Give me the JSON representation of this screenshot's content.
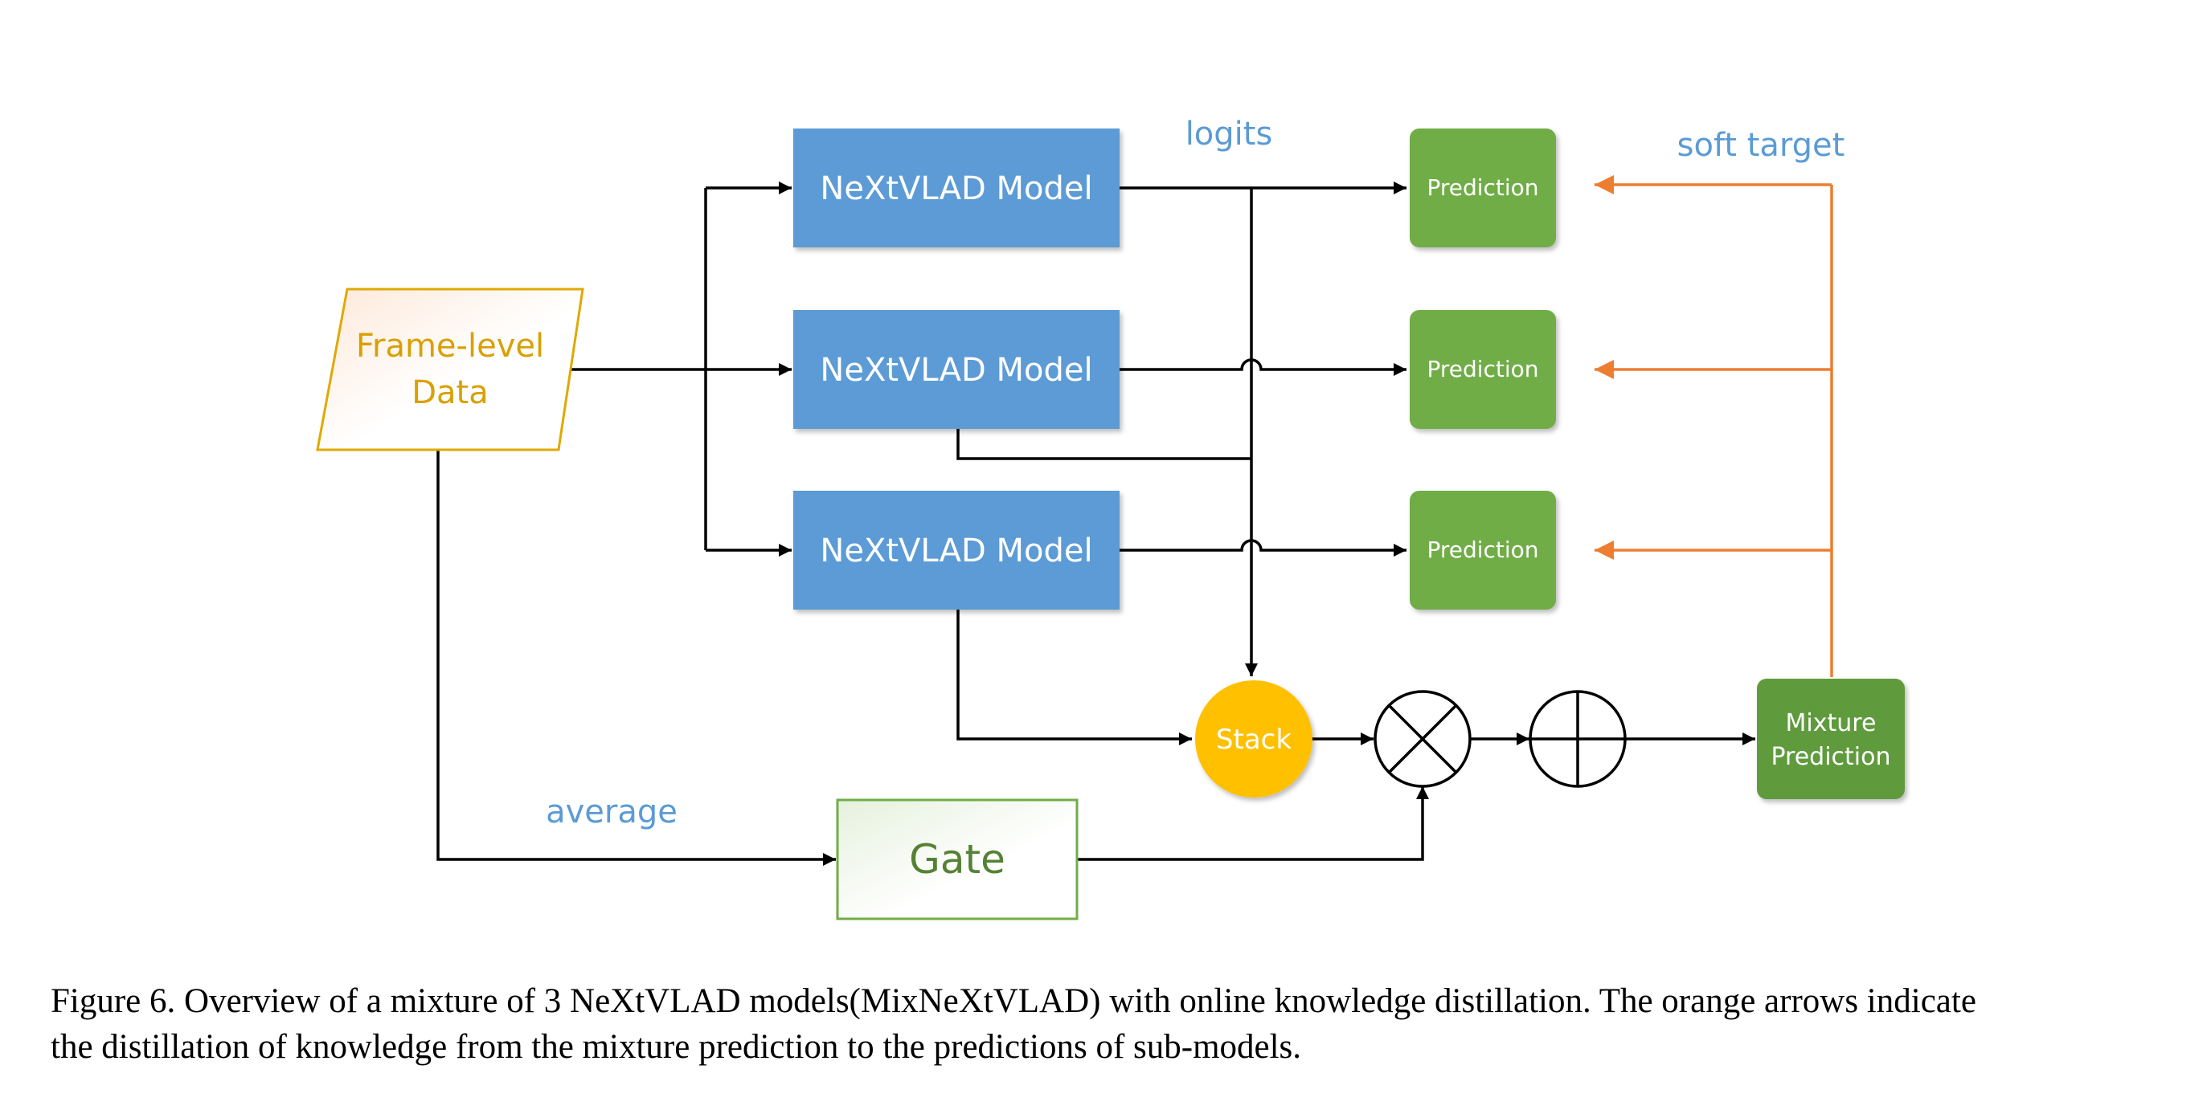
{
  "diagram": {
    "input": {
      "line1": "Frame-level",
      "line2": "Data"
    },
    "models": [
      {
        "label": "NeXtVLAD Model"
      },
      {
        "label": "NeXtVLAD Model"
      },
      {
        "label": "NeXtVLAD Model"
      }
    ],
    "predictions": [
      {
        "label": "Prediction"
      },
      {
        "label": "Prediction"
      },
      {
        "label": "Prediction"
      }
    ],
    "stack": "Stack",
    "gate": "Gate",
    "mixture": {
      "line1": "Mixture",
      "line2": "Prediction"
    },
    "labels": {
      "logits": "logits",
      "soft_target": "soft target",
      "average": "average"
    },
    "colors": {
      "model_blue": "#5b9bd5",
      "prediction_green": "#70ad47",
      "mixture_green": "#5e9b3c",
      "stack_yellow": "#ffc000",
      "input_orange": "#d9a000",
      "distill_orange": "#ed7d31",
      "label_blue": "#5b9bd5",
      "gate_green": "#548235"
    }
  },
  "caption": {
    "line1": "Figure 6. Overview of a mixture of 3 NeXtVLAD models(MixNeXtVLAD) with online knowledge distillation. The orange arrows indicate",
    "line2": "the distillation of knowledge from the mixture prediction to the predictions of sub-models."
  }
}
